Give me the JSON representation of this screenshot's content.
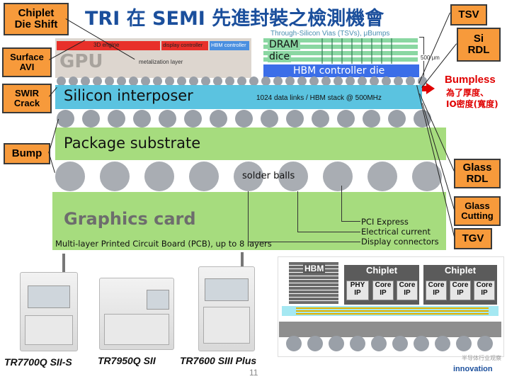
{
  "title": "TRI 在 SEMI 先進封裝之檢測機會",
  "labels_left": {
    "chiplet_die_shift": "Chiplet\nDie Shift",
    "surface_avi": "Surface\nAVI",
    "swir_crack": "SWIR\nCrack",
    "bump": "Bump"
  },
  "labels_right": {
    "tsv": "TSV",
    "si_rdl": "Si\nRDL",
    "glass_rdl": "Glass\nRDL",
    "glass_cutting": "Glass\nCutting",
    "tgv": "TGV"
  },
  "bumpless": {
    "title": "Bumpless",
    "line1": "為了厚度、",
    "line2": "IO密度(寬度)"
  },
  "diagram": {
    "gpu_label": "GPU",
    "engine_3d": "3D engine",
    "display_controller": "display controller",
    "hbm_controller": "HBM controller",
    "metalization_layer": "metalization layer",
    "tsv_label": "Through-Silicon Vias (TSVs), μBumps",
    "dram": "DRAM",
    "dice": "dice",
    "hbm_controller_die": "HBM controller die",
    "height_500um": "500 μm",
    "silicon_interposer": "Silicon interposer",
    "data_links": "1024 data links / HBM stack @ 500MHz",
    "package_substrate": "Package substrate",
    "solder_balls": "solder balls",
    "graphics_card": "Graphics card",
    "pcb_label": "Multi-layer Printed Circuit Board (PCB), up to 8 layers",
    "pci_express": "PCI Express",
    "electrical_current": "Electrical current",
    "display_connectors": "Display connectors"
  },
  "machines": [
    {
      "name": "TR7700Q SII-S"
    },
    {
      "name": "TR7950Q SII"
    },
    {
      "name": "TR7600 SIII Plus"
    }
  ],
  "bottom_diagram": {
    "hbm": "HBM",
    "chiplet1": "Chiplet",
    "chiplet2": "Chiplet",
    "phy_ip": "PHY\nIP",
    "core_ip": "Core\nIP"
  },
  "page_number": "11",
  "footer_brand": "innovation",
  "watermark": "半导体行业观察",
  "colors": {
    "orange_label": "#f79a3b",
    "gpu_gray": "#ddd6cf",
    "interposer_blue": "#5bc3e0",
    "substrate_green": "#a6dc7e",
    "graphics_green": "#a6dc7e",
    "red_text": "#e00000",
    "title_blue": "#1b4f9c"
  }
}
